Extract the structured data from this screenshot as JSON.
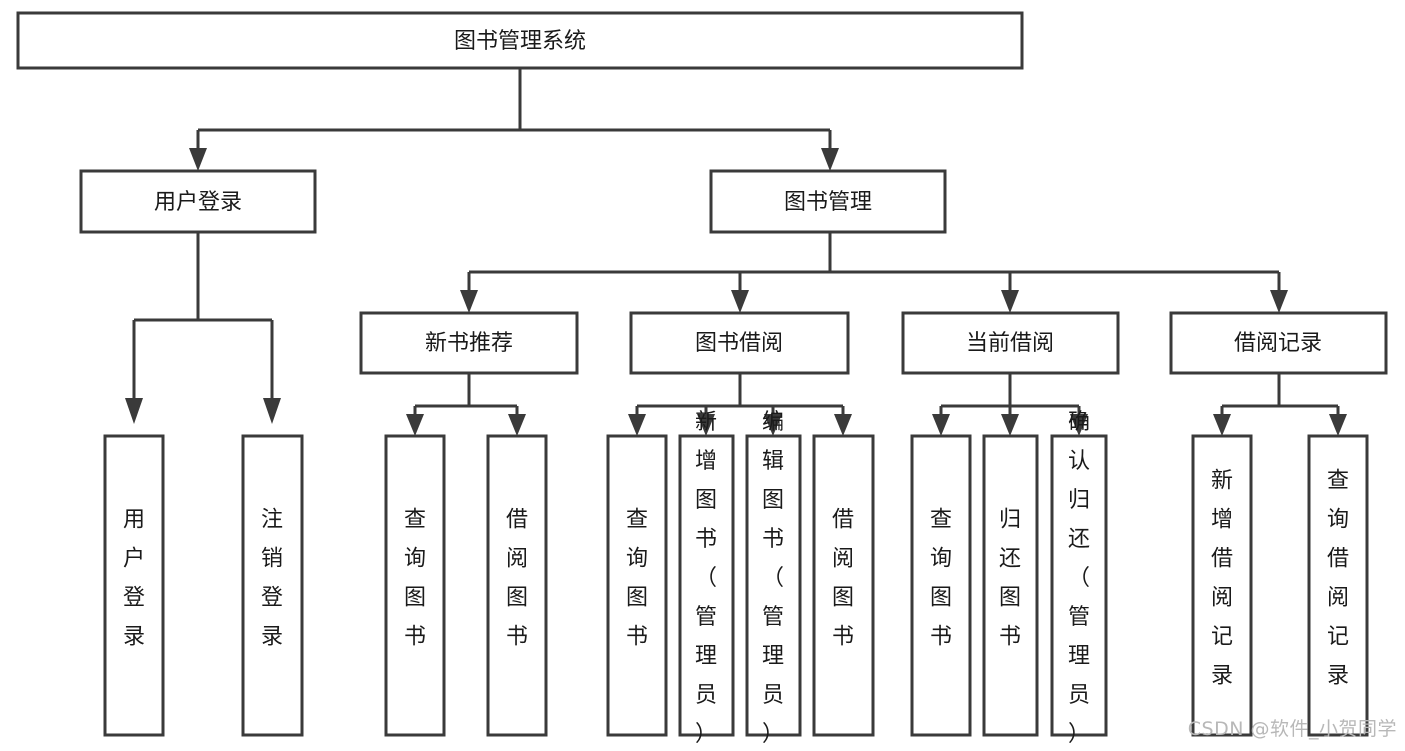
{
  "diagram": {
    "title": "图书管理系统",
    "type": "tree-hierarchy-chart",
    "watermark": "CSDN @软件_小贺同学",
    "colors": {
      "box_stroke": "#3a3a3a",
      "box_fill": "#ffffff",
      "text": "#1a1a1a",
      "background": "#ffffff",
      "watermark": "#b8b8b8"
    }
  },
  "nodes": {
    "root": {
      "label": "图书管理系统"
    },
    "level2": [
      {
        "label": "用户登录"
      },
      {
        "label": "图书管理"
      }
    ],
    "level3": [
      {
        "label": "新书推荐"
      },
      {
        "label": "图书借阅"
      },
      {
        "label": "当前借阅"
      },
      {
        "label": "借阅记录"
      }
    ],
    "leaves": {
      "user_login": [
        {
          "label": "用户登录"
        },
        {
          "label": "注销登录"
        }
      ],
      "new_book_recommend": [
        {
          "label": "查询图书"
        },
        {
          "label": "借阅图书"
        }
      ],
      "book_borrow": [
        {
          "label": "查询图书"
        },
        {
          "label": "新增图书（管理员）"
        },
        {
          "label": "编辑图书（管理员）"
        },
        {
          "label": "借阅图书"
        }
      ],
      "current_borrow": [
        {
          "label": "查询图书"
        },
        {
          "label": "归还图书"
        },
        {
          "label": "确认归还（管理员）"
        }
      ],
      "borrow_records": [
        {
          "label": "新增借阅记录"
        },
        {
          "label": "查询借阅记录"
        }
      ]
    }
  }
}
